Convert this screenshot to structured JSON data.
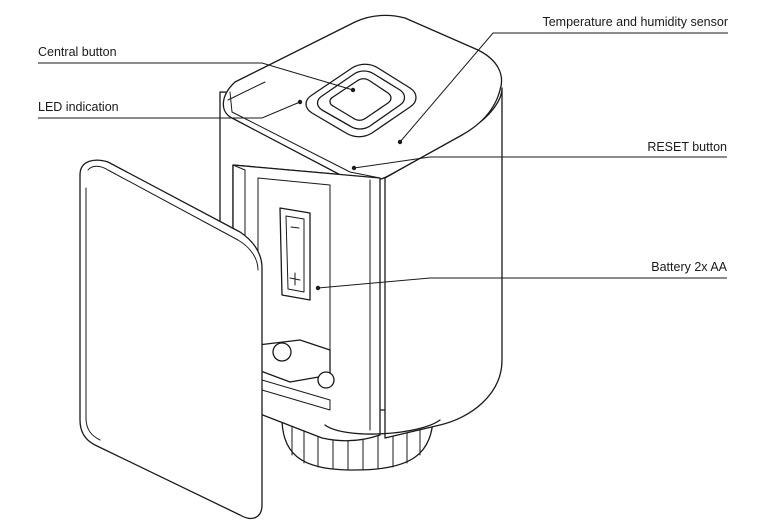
{
  "callouts": {
    "temperature_sensor": "Temperature and humidity sensor",
    "central_button": "Central button",
    "led_indication": "LED indication",
    "reset_button": "RESET button",
    "battery": "Battery 2x AA"
  }
}
